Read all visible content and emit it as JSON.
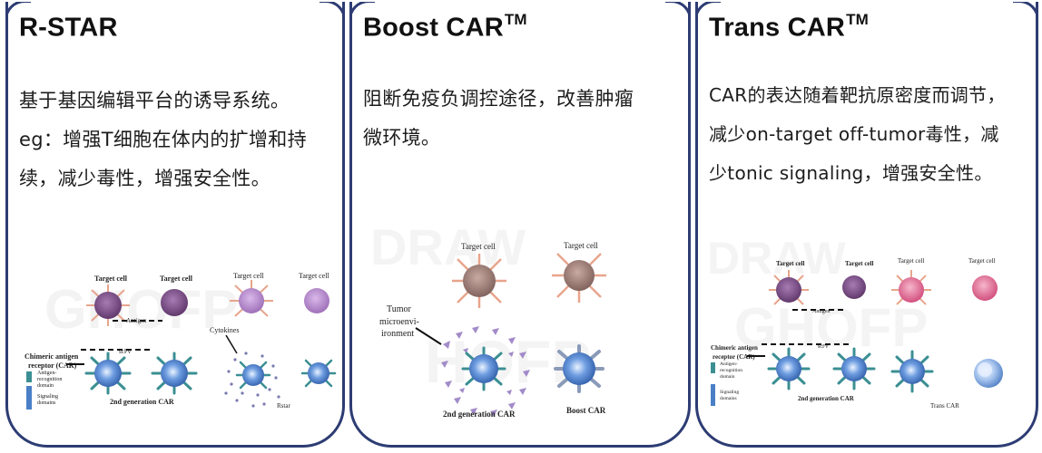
{
  "panels": [
    {
      "title": "R-STAR",
      "title_sup": "",
      "lines": [
        "基于基因编辑平台的诱导系统。",
        "eg：增强T细胞在体内的扩增和持",
        "续，减少毒性，增强安全性。"
      ],
      "figure": {
        "target_cell_1": "Target cell",
        "target_cell_2": "Target cell",
        "target_cell_3": "Target cell",
        "target_cell_4": "Target cell",
        "antigen": "Antigen",
        "cytokines": "Cytokines",
        "scfv": "scFv",
        "car_line1": "Chimeric antigen",
        "car_line2": "receptor  (CAR)",
        "antigen_recog_1": "Antigen-",
        "antigen_recog_2": "recognition",
        "antigen_recog_3": "domain",
        "signaling_1": "Signaling",
        "signaling_2": "domains",
        "second_gen": "2nd generation CAR",
        "rstar": "Rstar"
      }
    },
    {
      "title": "Boost CAR",
      "title_sup": "TM",
      "lines": [
        "阻断免疫负调控途径，改善肿瘤",
        "微环境。"
      ],
      "figure": {
        "target_cell_1": "Target cell",
        "target_cell_2": "Target cell",
        "tumor_1": "Tumor",
        "tumor_2": "microenvi-",
        "tumor_3": "ironment",
        "second_gen": "2nd generation CAR",
        "boost": "Boost CAR"
      }
    },
    {
      "title": "Trans CAR",
      "title_sup": "TM",
      "lines": [
        "CAR的表达随着靶抗原密度而调节，",
        "减少on-target off-tumor毒性，减",
        "少tonic signaling，增强安全性。"
      ],
      "figure": {
        "target_cell_1": "Target cell",
        "target_cell_2": "Target cell",
        "target_cell_3": "Target cell",
        "target_cell_4": "Target cell",
        "antigen": "Antigen",
        "scfv": "scFv",
        "car_line1": "Chimeric antigen",
        "car_line2": "receptor  (CAR)",
        "antigen_recog_1": "Antigen-",
        "antigen_recog_2": "recognition",
        "antigen_recog_3": "domain",
        "signaling_1": "Signaling",
        "signaling_2": "domains",
        "second_gen": "2nd generation CAR",
        "trans": "Trans CAR"
      }
    }
  ],
  "colors": {
    "border": "#2d3c73",
    "tumor_purple": "#7b4d86",
    "tumor_lilac": "#b487c9",
    "tumor_brown": "#a07f78",
    "tumor_pink": "#e0668f",
    "tcell_blue": "#4a7fc7",
    "receptor_teal": "#3b8f93",
    "spike_salmon": "#e8a58c"
  }
}
